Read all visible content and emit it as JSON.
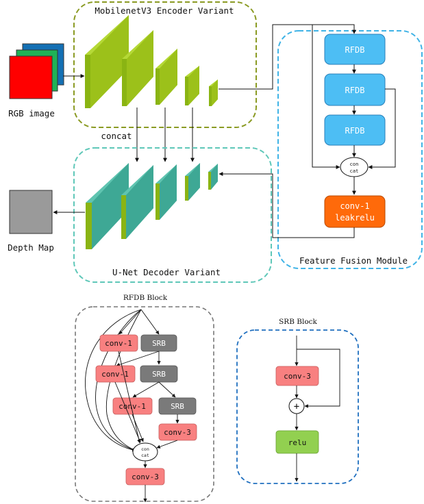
{
  "colors": {
    "encoder_border": "#8a9a22",
    "encoder_block": "#9cc11a",
    "decoder_border": "#5ec7b8",
    "decoder_block": "#3ea895",
    "ffm_border": "#3fb3e6",
    "rfdb_fill": "#4dbef4",
    "conv_leaky_fill": "#ff6a0a",
    "rfdb_block_border": "#777777",
    "conv_fill": "#f88080",
    "srb_fill": "#7a7a7a",
    "srb_block_border": "#1f6fbf",
    "relu_fill": "#92d050"
  },
  "encoder": {
    "title": "MobilenetV3 Encoder Variant"
  },
  "decoder": {
    "title": "U-Net Decoder Variant"
  },
  "input": {
    "label": "RGB image"
  },
  "output": {
    "label": "Depth Map"
  },
  "concat_label": "concat",
  "ffm": {
    "title": "Feature Fusion Module",
    "rfdb_labels": [
      "RFDB",
      "RFDB",
      "RFDB"
    ],
    "concat_line1": "con",
    "concat_line2": "cat",
    "conv_line1": "conv-1",
    "conv_line2": "leakrelu"
  },
  "rfdb_block": {
    "title": "RFDB Block",
    "conv1_a": "conv-1",
    "conv1_b": "conv-1",
    "conv1_c": "conv-1",
    "srb_a": "SRB",
    "srb_b": "SRB",
    "srb_c": "SRB",
    "conv3_a": "conv-3",
    "concat_line1": "con",
    "concat_line2": "cat",
    "conv3_out": "conv-3"
  },
  "srb_block": {
    "title": "SRB Block",
    "conv3": "conv-3",
    "plus": "+",
    "relu": "relu"
  }
}
